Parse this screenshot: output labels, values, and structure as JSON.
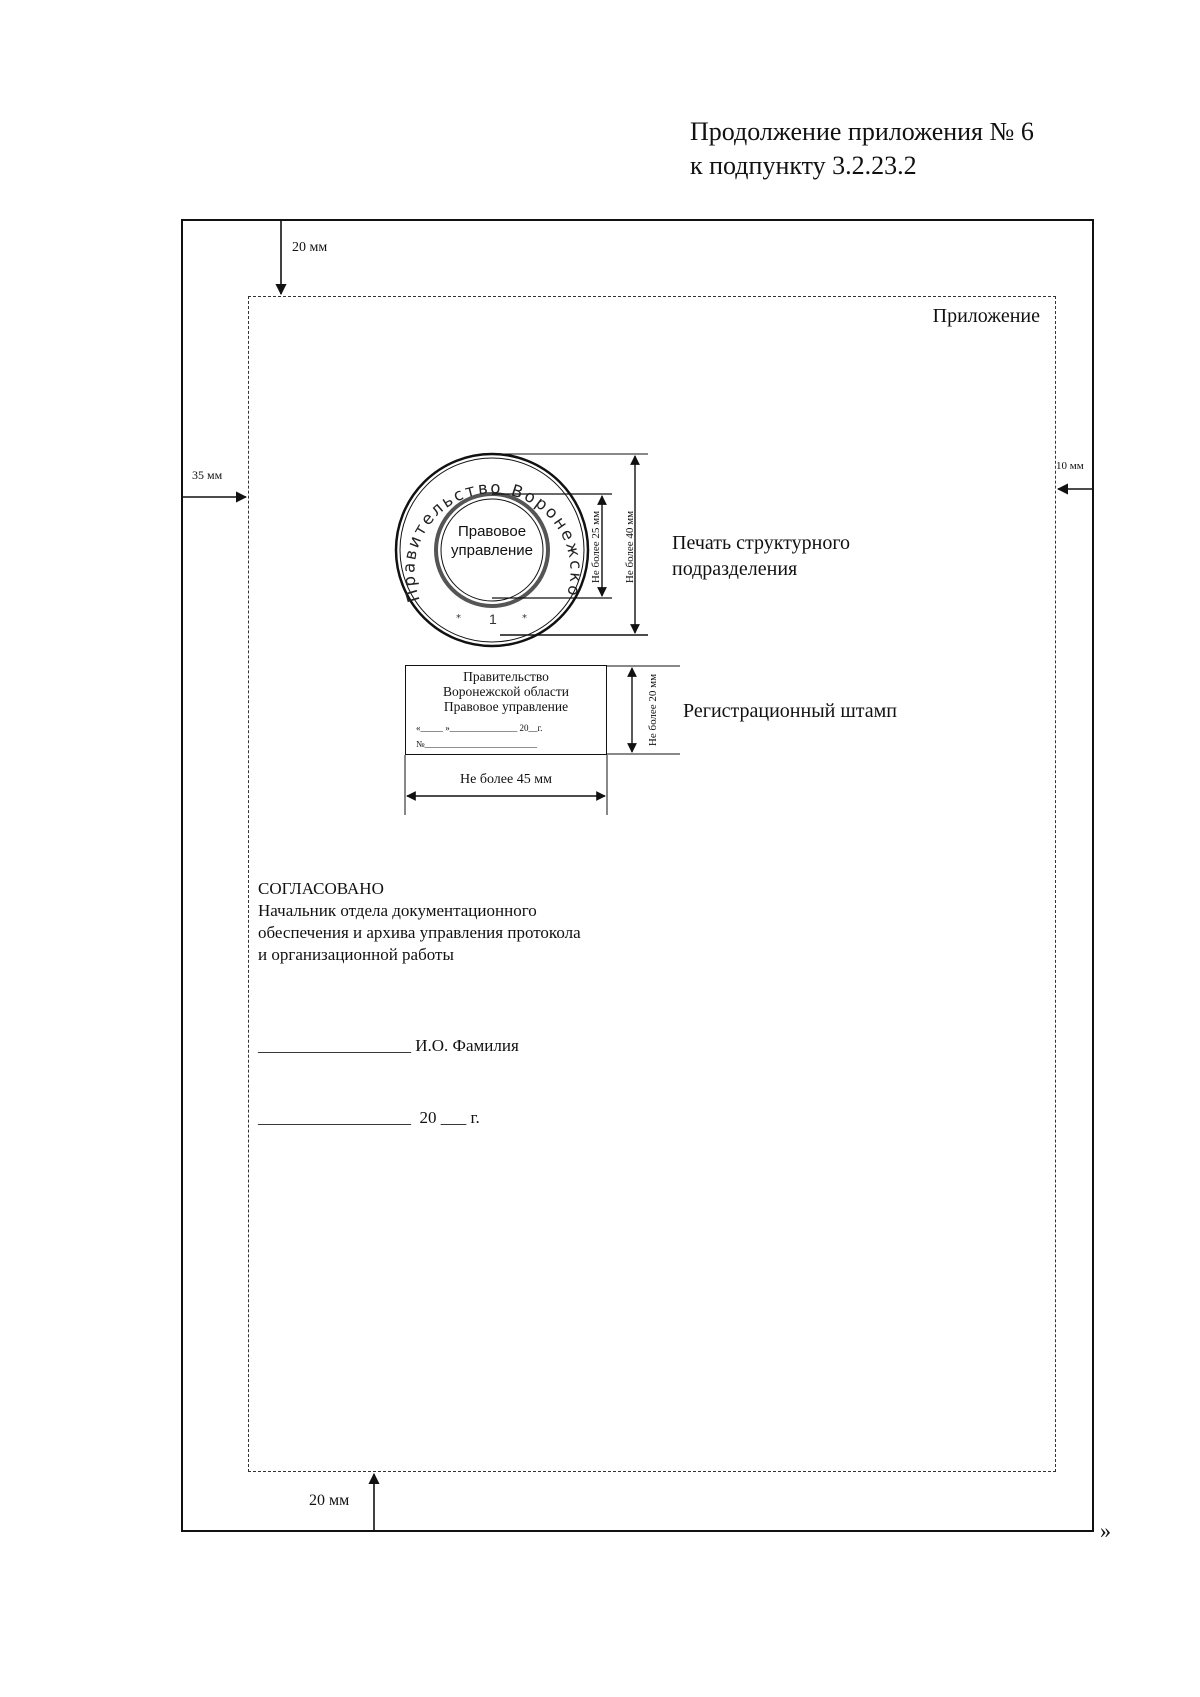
{
  "header": {
    "line1": "Продолжение приложения № 6",
    "line2": "к подпункту 3.2.23.2"
  },
  "margins": {
    "top": "20 мм",
    "left": "35 мм",
    "right": "10 мм",
    "bottom": "20 мм"
  },
  "appendix_label": "Приложение",
  "seal": {
    "ring_text": "Правительство Воронежской области",
    "center_line1": "Правовое",
    "center_line2": "управление",
    "number": "1",
    "inner_dim": "Не более 25 мм",
    "outer_dim": "Не более 40 мм",
    "label_line1": "Печать структурного",
    "label_line2": "подразделения"
  },
  "stamp": {
    "line1": "Правительство",
    "line2": "Воронежской области",
    "line3": "Правовое управление",
    "date_field": "«_____ »_______________ 20__г.",
    "number_field": "№_________________________",
    "height_dim": "Не более 20 мм",
    "width_dim": "Не более 45 мм",
    "label": "Регистрационный штамп"
  },
  "approval": {
    "title": "СОГЛАСОВАНО",
    "line1": "Начальник отдела документационного",
    "line2": "обеспечения и архива управления протокола",
    "line3": "и организационной работы",
    "sign_line": "__________________ И.О. Фамилия",
    "date_line": "__________________  20 ___ г."
  },
  "end_mark": "»"
}
